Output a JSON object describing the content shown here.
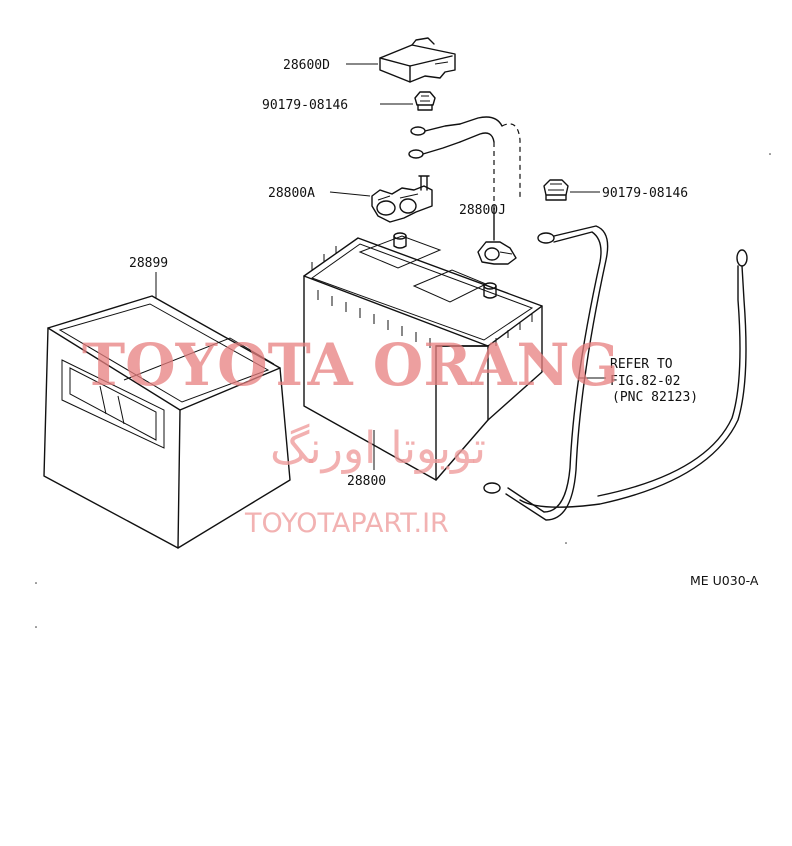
{
  "labels": {
    "part_28600D": "28600D",
    "bolt_upper": "90179-08146",
    "part_28800A": "28800A",
    "part_28800J": "28800J",
    "bolt_right": "90179-08146",
    "part_28899": "28899",
    "part_28800": "28800"
  },
  "reference": {
    "line1": "REFER TO",
    "line2": "FIG.82-02",
    "line3": "(PNC 82123)"
  },
  "figure_code": "ME U030-A",
  "watermark": {
    "brand": "TOYOTA ORANG",
    "persian": "تویوتا اورنگ",
    "site": "TOYOTAPART.IR"
  }
}
